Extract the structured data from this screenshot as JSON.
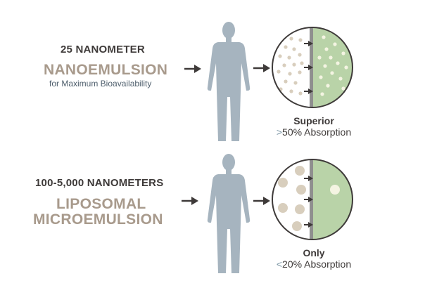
{
  "rows": [
    {
      "size": "25 NANOMETER",
      "type_lines": [
        "NANOEMULSION"
      ],
      "subtitle": "for Maximum Bioavailability",
      "result_title": "Superior",
      "result_symbol": ">",
      "result_value": "50% Absorption"
    },
    {
      "size": "100-5,000 NANOMETERS",
      "type_lines": [
        "LIPOSOMAL",
        "MICROEMULSION"
      ],
      "subtitle": "",
      "result_title": "Only",
      "result_symbol": "<",
      "result_value": "20% Absorption"
    }
  ],
  "colors": {
    "figure": "#a6b4bf",
    "membrane": "#8f8f8f",
    "cell_inside": "#b9d3a8",
    "particle": "#d8cebd",
    "particle_inside": "#f4f4e2",
    "arrow": "#3e3a39",
    "type_text": "#a89a8c"
  },
  "icons": [
    "human-figure-icon",
    "arrow-right-icon",
    "cell-membrane-icon"
  ]
}
